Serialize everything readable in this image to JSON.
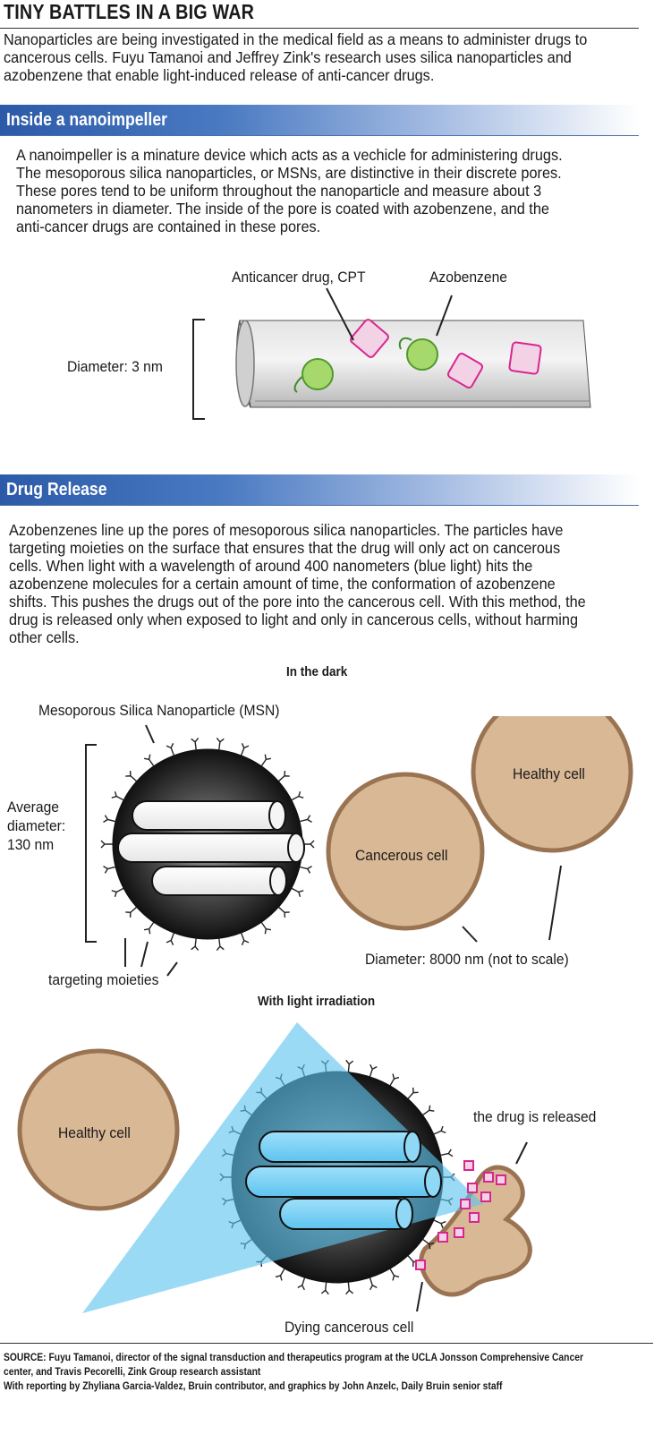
{
  "header": {
    "title": "TINY BATTLES IN A BIG WAR",
    "intro_lines": [
      "Nanoparticles are being investigated in the medical field as a means to administer drugs to",
      "cancerous cells. Fuyu Tamanoi and Jeffrey Zink's research uses silica nanoparticles and",
      "azobenzene that enable light-induced release of anti-cancer drugs."
    ]
  },
  "section1": {
    "heading": "Inside a nanoimpeller",
    "body_lines": [
      "A nanoimpeller is a minature device which acts as a vechicle for administering  drugs.",
      "The mesoporous silica nanoparticles, or MSNs, are distinctive in their discrete pores.",
      "These pores tend to be uniform throughout the nanoparticle and measure about 3",
      "nanometers in diameter. The inside of the pore is coated with azobenzene, and the",
      "anti-cancer drugs are contained in these pores."
    ],
    "labels": {
      "drug": "Anticancer drug, CPT",
      "azobenzene": "Azobenzene",
      "diameter": "Diameter: 3 nm"
    }
  },
  "section2": {
    "heading": "Drug Release",
    "body_lines": [
      "Azobenzenes line up the pores of mesoporous silica nanoparticles. The particles have",
      "targeting moieties on the surface that ensures that the drug will only act on cancerous",
      "cells. When light with a wavelength of around 400 nanometers (blue light) hits the",
      "azobenzene molecules for a certain amount of time, the conformation of azobenzene",
      "shifts. This pushes the drugs out of the pore into the cancerous cell. With this method, the",
      "drug is released only when exposed to light and only in cancerous cells, without harming",
      "other cells."
    ],
    "dark": {
      "title": "In the dark",
      "msn_label": "Mesoporous Silica Nanoparticle (MSN)",
      "avg_diameter_lines": [
        "Average",
        "diameter:",
        "130 nm"
      ],
      "healthy_cell": "Healthy cell",
      "cancerous_cell": "Cancerous cell",
      "cell_diameter": "Diameter: 8000 nm (not to scale)",
      "targeting": "targeting moieties"
    },
    "light": {
      "title": "With light irradiation",
      "healthy_cell": "Healthy cell",
      "drug_released": "the drug is released",
      "dying_cell": "Dying cancerous cell"
    }
  },
  "footer": {
    "source_lines": [
      "SOURCE: Fuyu Tamanoi, director of the signal transduction and therapeutics program at the UCLA Jonsson Comprehensive Cancer",
      "center, and Travis Pecorelli, Zink Group research assistant",
      "With reporting by Zhyliana Garcia-Valdez, Bruin contributor, and graphics by John Anzelc, Daily Bruin senior staff"
    ]
  },
  "colors": {
    "band": "#2c5aa8",
    "cell_fill": "#d9b896",
    "cell_stroke": "#9a7452",
    "drug": "#d6278f",
    "azobenzene": "#7cc242",
    "light": "#5ec3ee"
  }
}
